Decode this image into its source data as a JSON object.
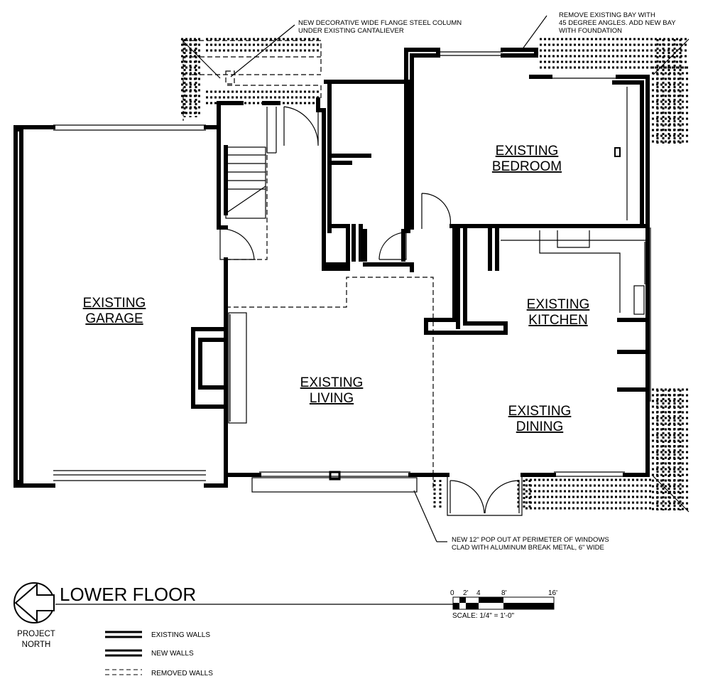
{
  "rooms": {
    "garage": [
      "EXISTING",
      "GARAGE"
    ],
    "bedroom": [
      "EXISTING",
      "BEDROOM"
    ],
    "kitchen": [
      "EXISTING",
      "KITCHEN"
    ],
    "living": [
      "EXISTING",
      "LIVING"
    ],
    "dining": [
      "EXISTING",
      "DINING"
    ]
  },
  "notes": {
    "column": [
      "NEW DECORATIVE WIDE FLANGE STEEL COLUMN",
      "UNDER EXISTING CANTALIEVER"
    ],
    "bay": [
      "REMOVE EXISTING BAY WITH",
      "45 DEGREE ANGLES.  ADD NEW BAY",
      "WITH FOUNDATION"
    ],
    "popout": [
      "NEW 12\" POP OUT AT PERIMETER OF WINDOWS",
      "CLAD WITH ALUMINUM BREAK METAL, 6\" WIDE"
    ]
  },
  "title": "LOWER FLOOR",
  "north": [
    "PROJECT",
    "NORTH"
  ],
  "scale": {
    "ticks": [
      "0",
      "2'",
      "4",
      "8'",
      "16'"
    ],
    "label": "SCALE:  1/4\" = 1'-0\""
  },
  "legend": {
    "existing": "EXISTING WALLS",
    "new": "NEW WALLS",
    "removed": "REMOVED WALLS"
  }
}
